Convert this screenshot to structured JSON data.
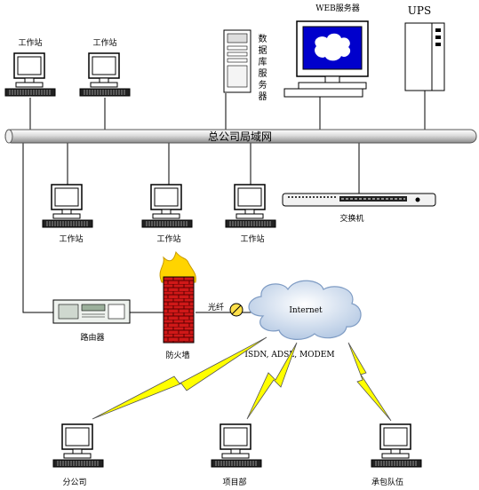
{
  "labels": {
    "workstation": "工作站",
    "db_server": "数据库服务器",
    "web_server": "WEB服务器",
    "ups": "UPS",
    "backbone": "总公司局域网",
    "switch": "交换机",
    "router": "路由器",
    "firewall": "防火墙",
    "fiber": "光纤",
    "internet": "Internet",
    "link_types": "ISDN, ADSL, MODEM",
    "branch": "分公司",
    "project_dept": "项目部",
    "contractor": "承包队伍"
  },
  "colors": {
    "screen_web": "#0000cc",
    "cloud": "#c8d8ec",
    "firewall_brick": "#c81414",
    "flame": "#ffd400",
    "lightning": "#ffff00"
  }
}
